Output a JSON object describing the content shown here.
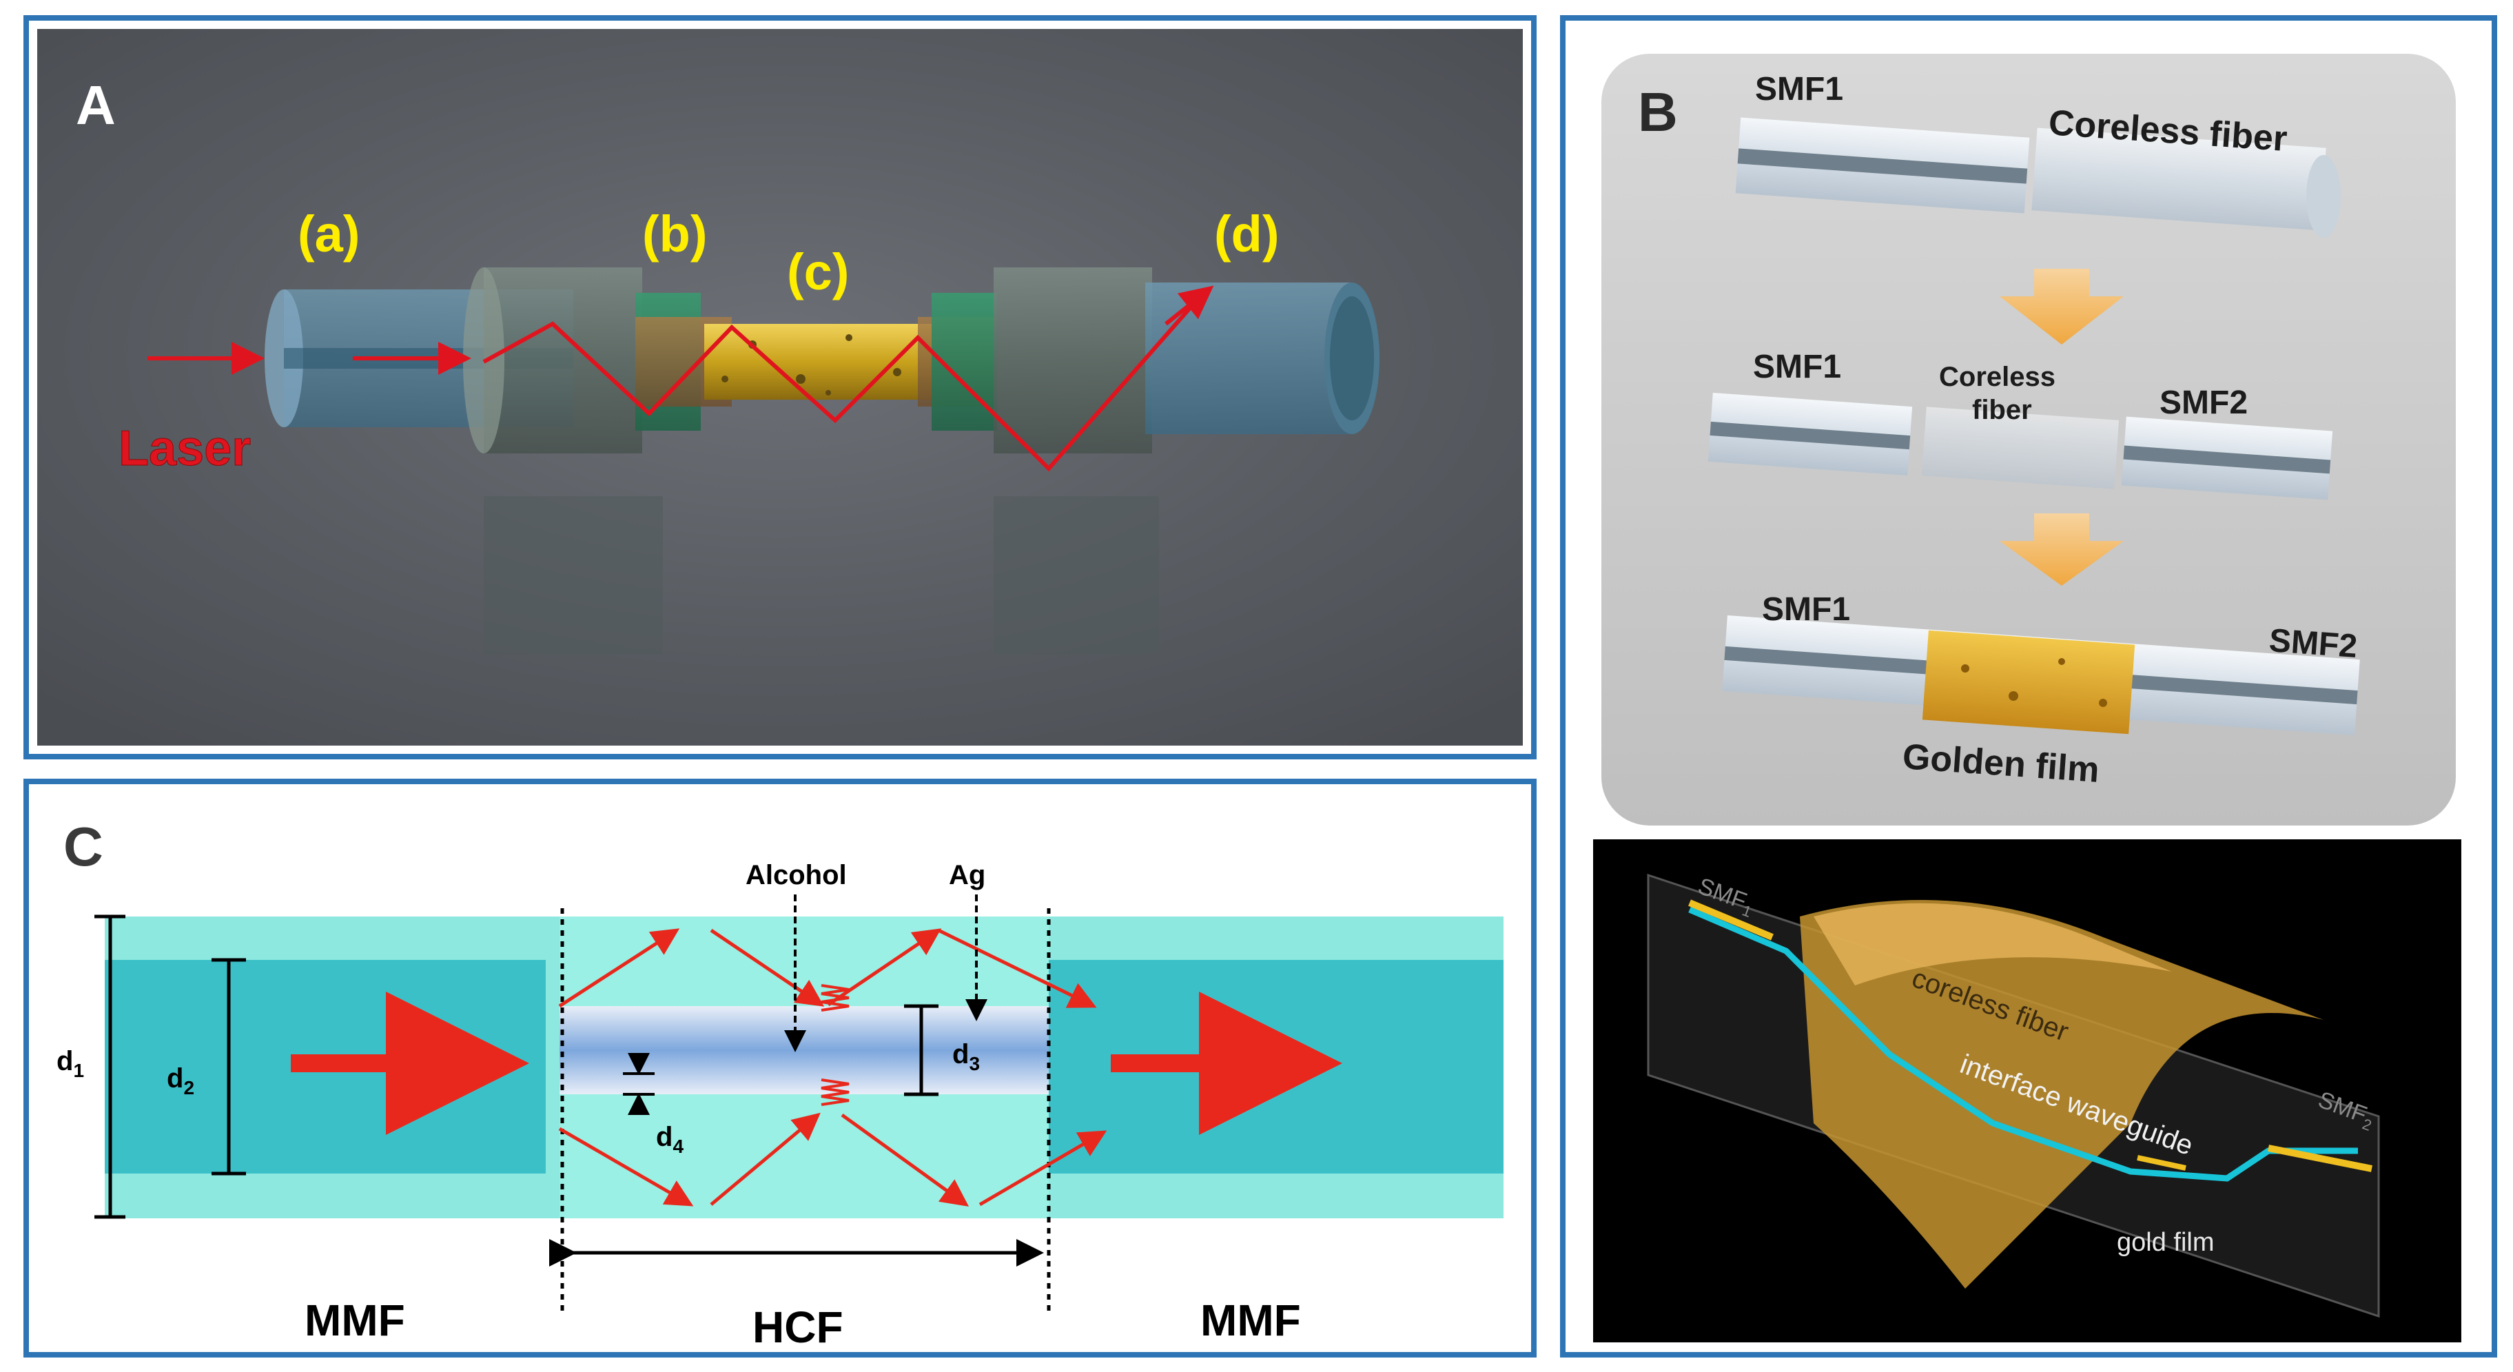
{
  "panel_a": {
    "letter": "A",
    "laser_label": "Laser",
    "markers": [
      "(a)",
      "(b)",
      "(c)",
      "(d)"
    ],
    "colors": {
      "marker": "#ffee00",
      "laser": "#e0141e",
      "background": "#5e6268"
    }
  },
  "panel_b": {
    "letter": "B",
    "step1": {
      "left": "SMF1",
      "right": "Coreless fiber"
    },
    "step2": {
      "left": "SMF1",
      "middle_line1": "Coreless",
      "middle_line2": "fiber",
      "right": "SMF2"
    },
    "step3": {
      "left": "SMF1",
      "right": "SMF2",
      "bottom": "Golden film"
    },
    "render": {
      "smf1": "SMF",
      "smf1_sub": "1",
      "smf2": "SMF",
      "smf2_sub": "2",
      "coreless": "coreless fiber",
      "waveguide": "interface waveguide",
      "gold": "gold film"
    }
  },
  "panel_c": {
    "letter": "C",
    "alcohol": "Alcohol",
    "ag": "Ag",
    "d1": "d",
    "d1_sub": "1",
    "d2": "d",
    "d2_sub": "2",
    "d3": "d",
    "d3_sub": "3",
    "d4": "d",
    "d4_sub": "4",
    "left_fiber": "MMF",
    "middle_fiber": "HCF",
    "right_fiber": "MMF",
    "colors": {
      "cladding": "#8de8e0",
      "core": "#3cc0c8",
      "ray": "#e8281c",
      "layer": "#7da7dd"
    }
  }
}
